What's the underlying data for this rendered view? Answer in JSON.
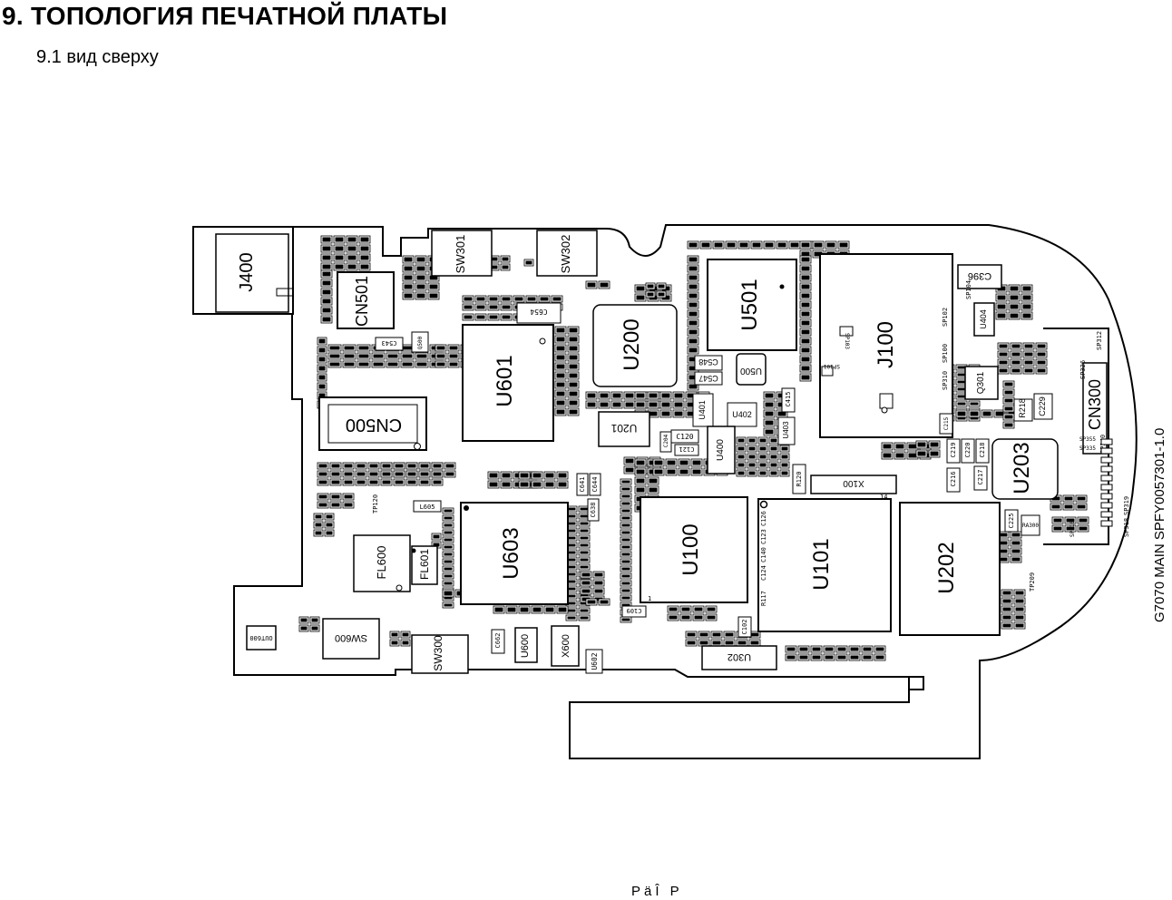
{
  "page": {
    "title": "9. ТОПОЛОГИЯ ПЕЧАТНОЙ ПЛАТЫ",
    "subtitle": "9.1 вид сверху",
    "footer": "PäÎ P"
  },
  "board": {
    "side_marking": "G7070 MAIN SPFY0057301-1.0",
    "major_parts": {
      "J400": "J400",
      "CN501": "CN501",
      "CN500": "CN500",
      "SW301": "SW301",
      "SW302": "SW302",
      "U601": "U601",
      "U200": "U200",
      "U501": "U501",
      "J100": "J100",
      "U500": "U500",
      "U201": "U201",
      "U401": "U401",
      "U402": "U402",
      "U403": "U403",
      "U400": "U400",
      "U603": "U603",
      "U100": "U100",
      "U101": "U101",
      "U202": "U202",
      "U203": "U203",
      "CN300": "CN300",
      "FL600": "FL600",
      "FL601": "FL601",
      "SW300": "SW300",
      "SW600": "SW600",
      "U600": "U600",
      "X600": "X600",
      "U602": "U602",
      "U302": "U302",
      "X100": "X100",
      "Q301": "Q301",
      "U404": "U404",
      "OUT600": "OUT600",
      "C396": "C396",
      "R218": "R218",
      "C229": "C229",
      "C654": "C654",
      "C548": "C548",
      "C547": "C547",
      "C120": "C120",
      "C121": "C121",
      "C638": "C638",
      "C641": "C641",
      "C644": "C644",
      "C662": "C662",
      "C109": "C109",
      "C102": "C102",
      "R120": "R120",
      "RA300": "RA300",
      "C225": "C225",
      "C216": "C216",
      "C217": "C217",
      "L605": "L605",
      "C543": "C543",
      "Q500": "Q500",
      "TP120": "TP120",
      "TP209": "TP209",
      "SP103": "SP103",
      "SP101": "SP101",
      "SP312": "SP312",
      "SP326": "SP326",
      "SP340": "SP340",
      "SP355": "SP355",
      "SP335": "SP335",
      "SP319": "SP319",
      "SP318": "SP318",
      "SP316": "SP316",
      "SP310": "SP310",
      "SP100": "SP100",
      "SP102": "SP102",
      "SP104": "SP104",
      "R117": "R117",
      "C124": "C124",
      "C140": "C140",
      "C123": "C123",
      "C126": "C126",
      "C415": "C415",
      "C204": "C204",
      "C215": "C215",
      "C219": "C219",
      "C220": "C220",
      "C218": "C218",
      "pin14": "14",
      "pin1": "1"
    }
  },
  "colors": {
    "ink": "#000000",
    "paper": "#ffffff"
  }
}
